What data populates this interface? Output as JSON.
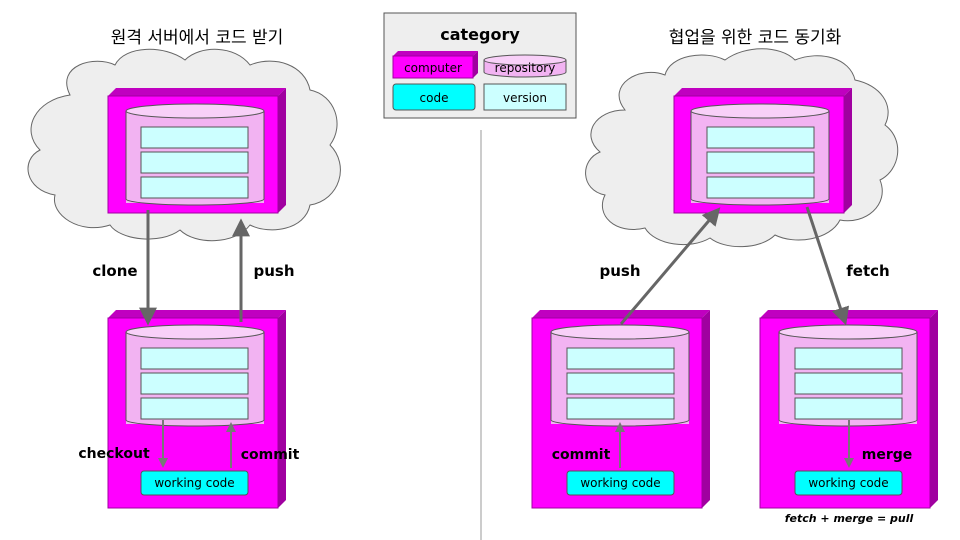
{
  "left": {
    "title": "원격 서버에서 코드 받기",
    "clone_label": "clone",
    "push_label": "push",
    "checkout_label": "checkout",
    "commit_label": "commit",
    "working_code_label": "working code"
  },
  "right": {
    "title": "협업을 위한 코드 동기화",
    "push_label": "push",
    "fetch_label": "fetch",
    "commit_label": "commit",
    "merge_label": "merge",
    "working_code_a_label": "working code",
    "working_code_b_label": "working code",
    "note": "fetch + merge = pull"
  },
  "legend": {
    "title": "category",
    "computer": "computer",
    "repository": "repository",
    "code": "code",
    "version": "version"
  },
  "colors": {
    "computer": "#ff00ff",
    "computer_dark": "#c000c0",
    "repository": "#f2b3f2",
    "code": "#00ffff",
    "version": "#ccffff",
    "cloud": "#eeeeee",
    "arrow": "#666666"
  }
}
